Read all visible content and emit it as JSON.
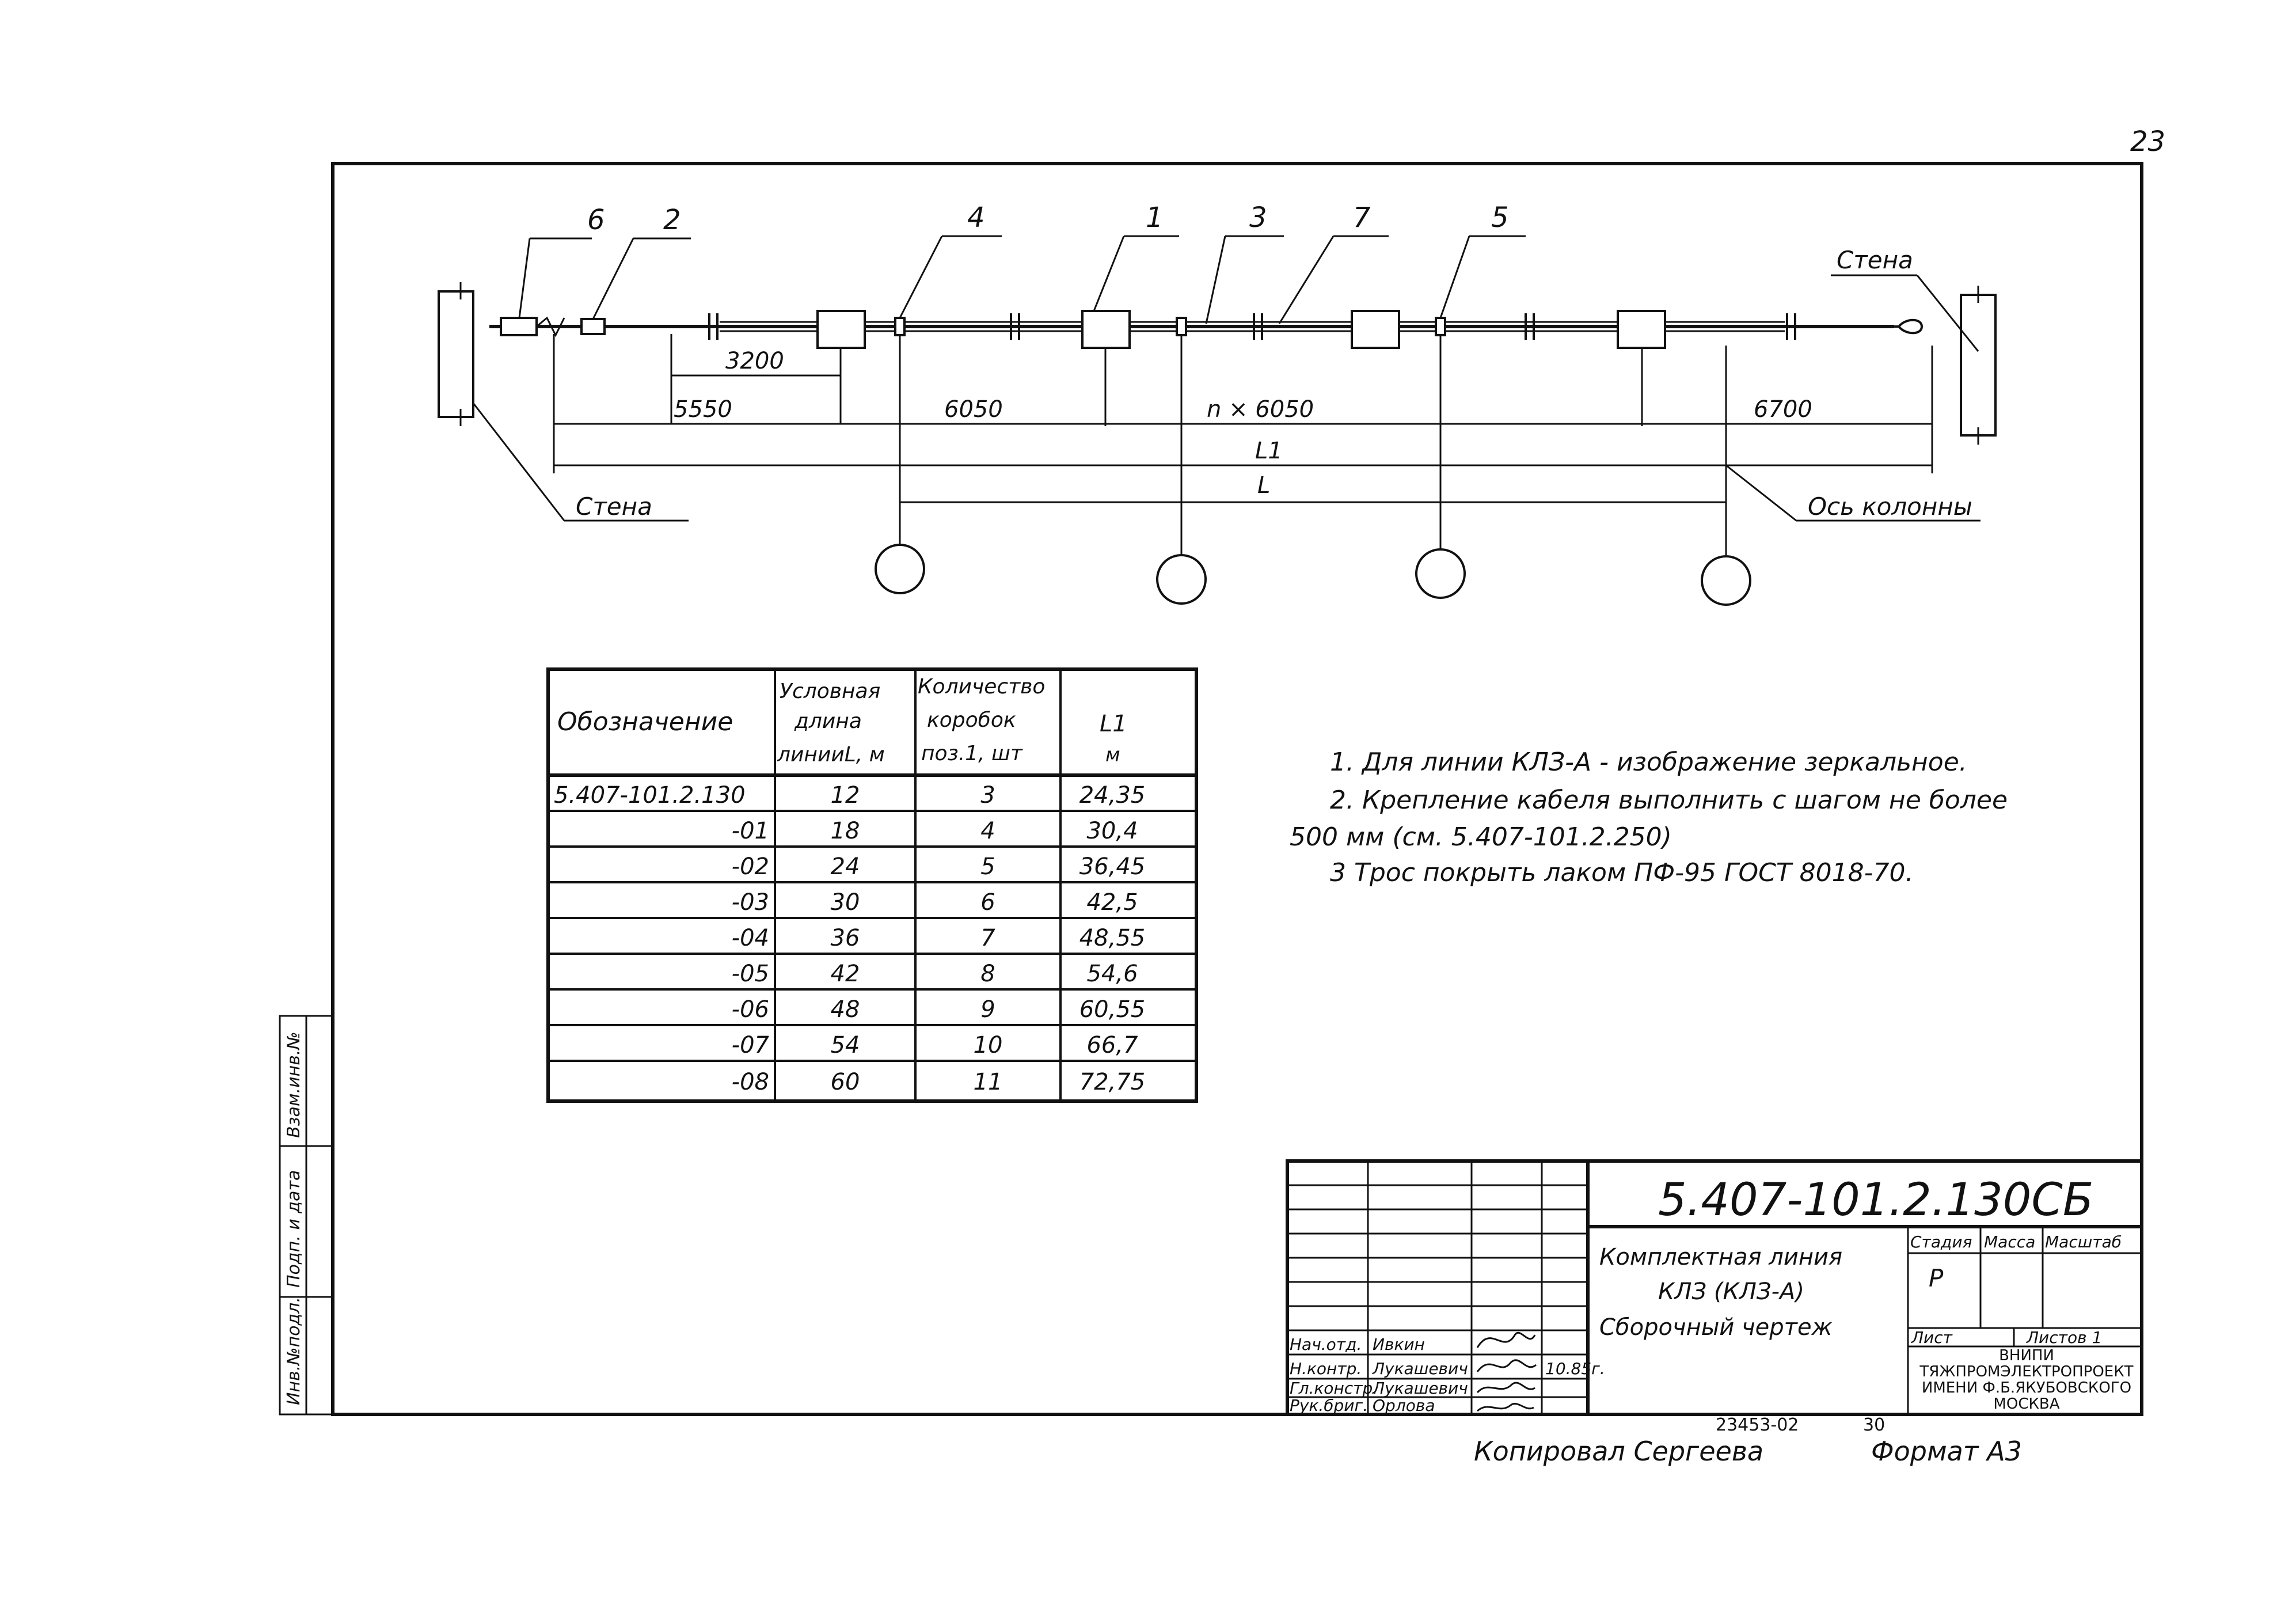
{
  "page_number": "23",
  "drawing": {
    "callouts": [
      "6",
      "2",
      "4",
      "1",
      "3",
      "7",
      "5"
    ],
    "wall_label": "Стена",
    "axis_label": "Ось колонны",
    "dimensions": {
      "d3200": "3200",
      "d5550": "5550",
      "d6050": "6050",
      "dn6050": "n × 6050",
      "d6700": "6700",
      "L1": "L1",
      "L": "L"
    }
  },
  "table": {
    "headers": [
      [
        "Обозначение"
      ],
      [
        "Условная",
        "длина",
        "линииL, м"
      ],
      [
        "Количество",
        "коробок",
        "поз.1, шт"
      ],
      [
        "L1",
        "м"
      ]
    ],
    "rows": [
      [
        "5.407-101.2.130",
        "12",
        "3",
        "24,35"
      ],
      [
        "-01",
        "18",
        "4",
        "30,4"
      ],
      [
        "-02",
        "24",
        "5",
        "36,45"
      ],
      [
        "-03",
        "30",
        "6",
        "42,5"
      ],
      [
        "-04",
        "36",
        "7",
        "48,55"
      ],
      [
        "-05",
        "42",
        "8",
        "54,6"
      ],
      [
        "-06",
        "48",
        "9",
        "60,55"
      ],
      [
        "-07",
        "54",
        "10",
        "66,7"
      ],
      [
        "-08",
        "60",
        "11",
        "72,75"
      ]
    ]
  },
  "notes": [
    "1. Для линии КЛЗ-А - изображение зеркальное.",
    "2. Крепление кабеля выполнить с шагом не более",
    "500 мм (см. 5.407-101.2.250)",
    "3 Трос покрыть лаком ПФ-95 ГОСТ 8018-70."
  ],
  "title_block": {
    "code": "5.407-101.2.130СБ",
    "title_lines": [
      "Комплектная линия",
      "КЛЗ (КЛЗ-А)",
      "Сборочный чертеж"
    ],
    "stage_label": "Стадия",
    "mass_label": "Масса",
    "scale_label": "Масштаб",
    "stage_value": "Р",
    "sheet_label": "Лист",
    "sheets_label": "Листов 1",
    "org_lines": [
      "ВНИПИ",
      "ТЯЖПРОМЭЛЕКТРОПРОЕКТ",
      "ИМЕНИ Ф.Б.ЯКУБОВСКОГО",
      "МОСКВА"
    ],
    "roles": [
      "Нач.отд.",
      "Н.контр.",
      "Гл.констр.",
      "Рук.бриг."
    ],
    "names": [
      "Ивкин",
      "Лукашевич",
      "Лукашевич",
      "Орлова"
    ],
    "date": "10.85г."
  },
  "side_stamp": [
    "Инв.№подл.",
    "Подп. и дата",
    "Взам.инв.№"
  ],
  "footer": {
    "order": "23453-02",
    "page": "30",
    "copied": "Копировал Сергеева",
    "format": "Формат А3"
  }
}
